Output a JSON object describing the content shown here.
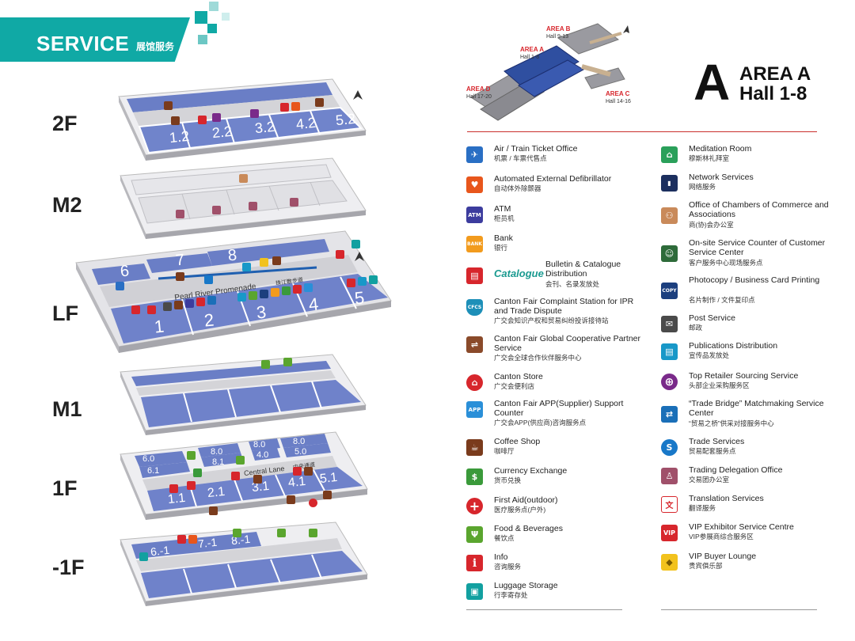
{
  "header": {
    "title": "SERVICE",
    "subtitle": "展馆服务"
  },
  "floors": {
    "f2": {
      "label": "2F",
      "halls": [
        "1.2",
        "2.2",
        "3.2",
        "4.2",
        "5.2"
      ]
    },
    "m2": {
      "label": "M2"
    },
    "lf": {
      "label": "LF",
      "halls_top": [
        "6",
        "7",
        "8"
      ],
      "halls_bottom": [
        "1",
        "2",
        "3",
        "4",
        "5"
      ],
      "promenade": "Pearl River Promenade",
      "promenade_cn": "珠江散步道"
    },
    "m1": {
      "label": "M1"
    },
    "f1": {
      "label": "1F",
      "halls_bottom": [
        "1.1",
        "2.1",
        "3.1",
        "4.1",
        "5.1"
      ],
      "halls_top": [
        "6.0",
        "6.1",
        "8.0",
        "8.1",
        "8.0",
        "4.0",
        "8.0",
        "5.0"
      ],
      "lane": "Central Lane",
      "lane_cn": "中央通道"
    },
    "b1": {
      "label": "-1F",
      "halls": [
        "6.-1",
        "7.-1",
        "8.-1"
      ]
    }
  },
  "area_map": {
    "letter": "A",
    "title": "AREA A",
    "hall": "Hall 1-8",
    "tag_a": "AREA A",
    "tag_a_sub": "Hall 1-8",
    "tag_b": "AREA B",
    "tag_b_sub": "Hall 9-13",
    "tag_c": "AREA C",
    "tag_c_sub": "Hall 14-16",
    "tag_d": "AREA D",
    "tag_d_sub": "Hall 17-20"
  },
  "legend_left": [
    {
      "en": "Air / Train Ticket Office",
      "cn": "机票 / 车票代售点",
      "color": "#2a6fc4",
      "icon": "plane-icon",
      "glyph": "✈"
    },
    {
      "en": "Automated External Defibrillator",
      "cn": "自动体外除颤器",
      "color": "#e8561c",
      "icon": "defibrillator-icon",
      "glyph": "♥"
    },
    {
      "en": "ATM",
      "cn": "柜员机",
      "color": "#3c3c9e",
      "icon": "atm-icon",
      "glyph": "ATM"
    },
    {
      "en": "Bank",
      "cn": "银行",
      "color": "#f29b1d",
      "icon": "bank-icon",
      "glyph": "BANK"
    },
    {
      "en": "Bulletin & Catalogue Distribution",
      "cn": "会刊、名录发放处",
      "color": "#d7262c",
      "icon": "catalogue-icon",
      "glyph": "▤",
      "brand": "Catalogue"
    },
    {
      "en": "Canton Fair Complaint Station for IPR and Trade Dispute",
      "cn": "广交会知识产权和贸易纠纷投诉接待站",
      "color": "#1d8fb8",
      "icon": "cfcs-shield-icon",
      "glyph": "CFCS"
    },
    {
      "en": "Canton Fair Global Cooperative Partner Service",
      "cn": "广交会全球合作伙伴服务中心",
      "color": "#8a4a2a",
      "icon": "handshake-icon",
      "glyph": "⇌"
    },
    {
      "en": "Canton Store",
      "cn": "广交会便利店",
      "color": "#d7262c",
      "icon": "store-icon",
      "glyph": "⌂"
    },
    {
      "en": "Canton Fair APP(Supplier) Support Counter",
      "cn": "广交会APP(供应商)咨询服务点",
      "color": "#2a8fd8",
      "icon": "app-icon",
      "glyph": "APP"
    },
    {
      "en": "Coffee Shop",
      "cn": "咖啡厅",
      "color": "#7a3b1c",
      "icon": "coffee-icon",
      "glyph": "☕"
    },
    {
      "en": "Currency Exchange",
      "cn": "货币兑换",
      "color": "#3a9a3a",
      "icon": "currency-exchange-icon",
      "glyph": "$"
    },
    {
      "en": "First Aid(outdoor)",
      "cn": "医疗服务点(户外)",
      "color": "#d7262c",
      "icon": "first-aid-icon",
      "glyph": "+"
    },
    {
      "en": "Food & Beverages",
      "cn": "餐饮点",
      "color": "#5aa52e",
      "icon": "fork-knife-icon",
      "glyph": "Ψ"
    },
    {
      "en": "Info",
      "cn": "咨询服务",
      "color": "#d7262c",
      "icon": "info-icon",
      "glyph": "i"
    },
    {
      "en": "Luggage Storage",
      "cn": "行李寄存处",
      "color": "#12a0a0",
      "icon": "luggage-icon",
      "glyph": "▣"
    }
  ],
  "legend_right": [
    {
      "en": "Meditation Room",
      "cn": "穆斯林礼拜室",
      "color": "#2aa05a",
      "icon": "mosque-icon",
      "glyph": "⌂"
    },
    {
      "en": "Network Services",
      "cn": "网络服务",
      "color": "#1c2f5e",
      "icon": "signal-icon",
      "glyph": "▮"
    },
    {
      "en": "Office of Chambers of Commerce and Associations",
      "cn": "商(协)会办公室",
      "color": "#c98a5a",
      "icon": "people-icon",
      "glyph": "⚇"
    },
    {
      "en": "On-site Service Counter of Customer Service Center",
      "cn": "客户服务中心现场服务点",
      "color": "#2e6b3a",
      "icon": "counter-icon",
      "glyph": "☺"
    },
    {
      "en": "Photocopy / Business Card Printing",
      "cn": "名片制作 / 文件复印点",
      "color": "#1c3f7e",
      "icon": "copy-icon",
      "glyph": "COPY"
    },
    {
      "en": "Post Service",
      "cn": "邮政",
      "color": "#4a4a4a",
      "icon": "post-icon",
      "glyph": "✉"
    },
    {
      "en": "Publications Distribution",
      "cn": "宣传品发放处",
      "color": "#1898c8",
      "icon": "publications-icon",
      "glyph": "▤"
    },
    {
      "en": "Top Retailer Sourcing Service",
      "cn": "头部企业采购服务区",
      "color": "#7a2a8a",
      "icon": "globe-icon",
      "glyph": "⊕"
    },
    {
      "en": "“Trade Bridge” Matchmaking Service Center",
      "cn": "“贸易之桥”供采对接服务中心",
      "color": "#1a6fb8",
      "icon": "trade-bridge-icon",
      "glyph": "⇄"
    },
    {
      "en": "Trade Services",
      "cn": "贸易配套服务点",
      "color": "#1878c8",
      "icon": "trade-services-icon",
      "glyph": "S"
    },
    {
      "en": "Trading Delegation Office",
      "cn": "交易团办公室",
      "color": "#a0506a",
      "icon": "delegation-icon",
      "glyph": "♙"
    },
    {
      "en": "Translation Services",
      "cn": "翻译服务",
      "color": "#d7262c",
      "icon": "translation-icon",
      "glyph": "文"
    },
    {
      "en": "VIP Exhibitor Service Centre",
      "cn": "VIP参展商综合服务区",
      "color": "#d7262c",
      "icon": "vip-icon",
      "glyph": "VIP"
    },
    {
      "en": "VIP Buyer Lounge",
      "cn": "贵宾俱乐部",
      "color": "#f2c21d",
      "icon": "diamond-icon",
      "glyph": "◆"
    }
  ]
}
